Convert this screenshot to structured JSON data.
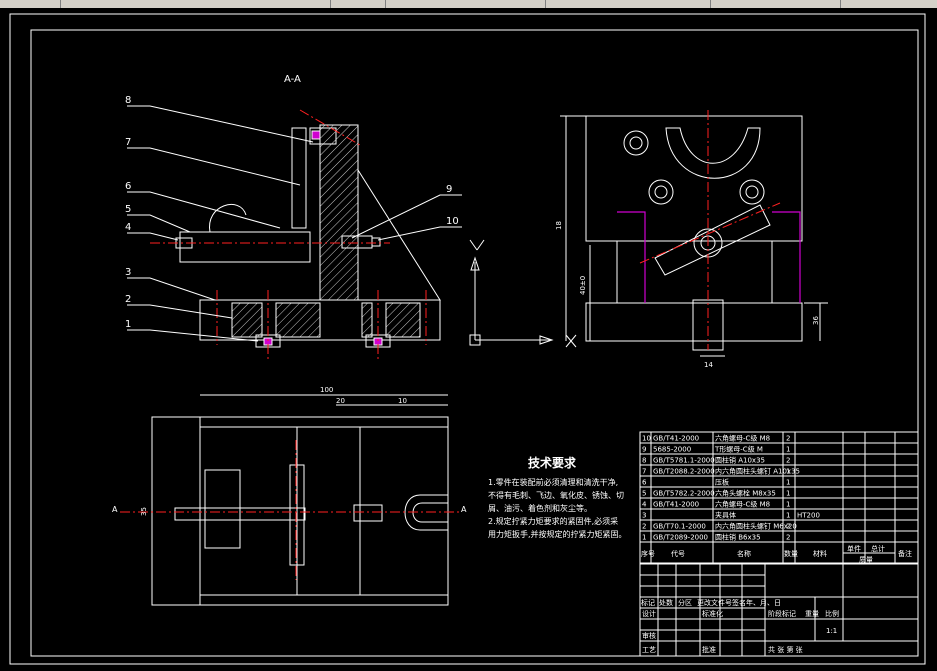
{
  "drawing": {
    "section_label": "A-A",
    "callouts": [
      "8",
      "7",
      "6",
      "5",
      "4",
      "3",
      "2",
      "1",
      "9",
      "10"
    ],
    "dims": {
      "side_height": "18",
      "side_left": "40±0",
      "side_bottom": "14",
      "side_right": "36",
      "plan_width": "100",
      "plan_mid": "20",
      "plan_right": "10",
      "plan_left": "35",
      "section_a_left": "A",
      "section_a_right": "A"
    }
  },
  "tech_requirements": {
    "title": "技术要求",
    "lines": [
      "1.零件在装配前必须清理和清洗干净,",
      "不得有毛刺、飞边、氧化皮、锈蚀、切",
      "屑、油污、着色剂和灰尘等。",
      "2.规定拧紧力矩要求的紧固件,必须采",
      "用力矩扳手,并按规定的拧紧力矩紧固。"
    ]
  },
  "bom": {
    "header": {
      "seq": "序号",
      "code": "代号",
      "name": "名称",
      "qty": "数量",
      "material": "材料",
      "mass_single": "单件",
      "mass_total": "总计",
      "mass_label": "质量",
      "remark": "备注"
    },
    "rows": [
      {
        "seq": "10",
        "code": "GB/T41-2000",
        "name": "六角螺母-C级 M8",
        "qty": "2",
        "material": ""
      },
      {
        "seq": "9",
        "code": "5685-2000",
        "name": "T形螺母-C级 M",
        "qty": "1",
        "material": ""
      },
      {
        "seq": "8",
        "code": "GB/T5781.1-2000",
        "name": "圆柱销 A10x35",
        "qty": "2",
        "material": ""
      },
      {
        "seq": "7",
        "code": "GB/T2088.2-2000",
        "name": "内六角圆柱头螺钉 A10x35",
        "qty": "1",
        "material": ""
      },
      {
        "seq": "6",
        "code": "",
        "name": "压板",
        "qty": "1",
        "material": ""
      },
      {
        "seq": "5",
        "code": "GB/T5782.2-2000",
        "name": "六角头螺栓 M8x35",
        "qty": "1",
        "material": ""
      },
      {
        "seq": "4",
        "code": "GB/T41-2000",
        "name": "六角螺母-C级 M8",
        "qty": "1",
        "material": ""
      },
      {
        "seq": "3",
        "code": "",
        "name": "夹具体",
        "qty": "1",
        "material": "HT200"
      },
      {
        "seq": "2",
        "code": "GB/T70.1-2000",
        "name": "内六角圆柱头螺钉 M6x20",
        "qty": "2",
        "material": ""
      },
      {
        "seq": "1",
        "code": "GB/T2089-2000",
        "name": "圆柱销 B6x35",
        "qty": "2",
        "material": ""
      }
    ]
  },
  "title_block": {
    "row1": [
      "标记",
      "处数",
      "分区",
      "更改文件号",
      "签名",
      "年、月、日"
    ],
    "design": "设计",
    "standard": "标准化",
    "stage_mark": "阶段标记",
    "weight": "重量",
    "scale": "比例",
    "scale_value": "1:1",
    "review": "审核",
    "process": "工艺",
    "approve": "批准",
    "sheet": "共  张  第  张"
  }
}
